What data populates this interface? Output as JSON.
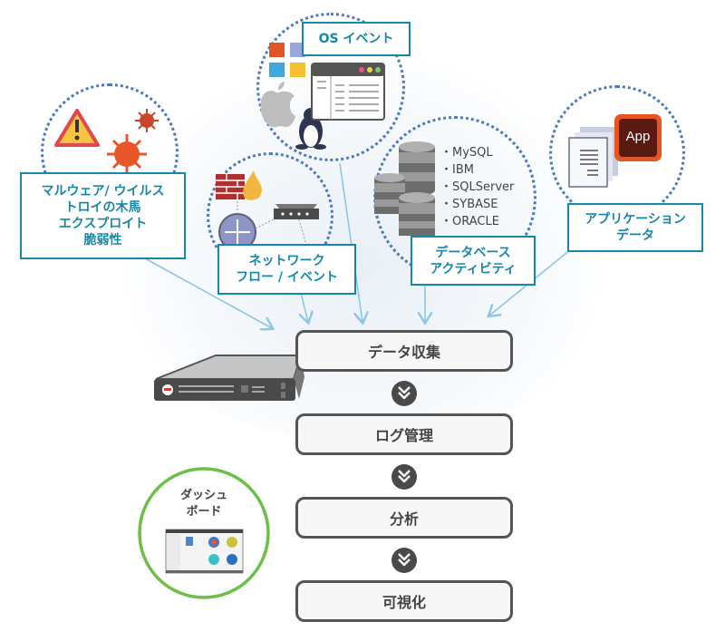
{
  "sources": {
    "malware": {
      "lines": [
        "マルウェア/ ウイルス",
        "トロイの木馬",
        "エクスプロイト",
        "脆弱性"
      ]
    },
    "os_events": {
      "label": "OS イベント"
    },
    "network": {
      "lines": [
        "ネットワーク",
        "フロー / イベント"
      ]
    },
    "database": {
      "lines": [
        "データベース",
        "アクティビティ"
      ],
      "products": [
        "MySQL",
        "IBM",
        "SQLServer",
        "SYBASE",
        "ORACLE"
      ]
    },
    "application": {
      "lines": [
        "アプリケーション",
        "データ"
      ],
      "app_icon_text": "App"
    }
  },
  "pipeline": {
    "steps": [
      "データ収集",
      "ログ管理",
      "分析",
      "可視化"
    ]
  },
  "dashboard": {
    "lines": [
      "ダッシュ",
      "ボード"
    ]
  },
  "colors": {
    "label_border": "#1686a9",
    "dot_circle": "#4a78c2",
    "arrow": "#8cc6e6",
    "step_border": "#555555",
    "dashboard_ring": "#6cc04a"
  }
}
